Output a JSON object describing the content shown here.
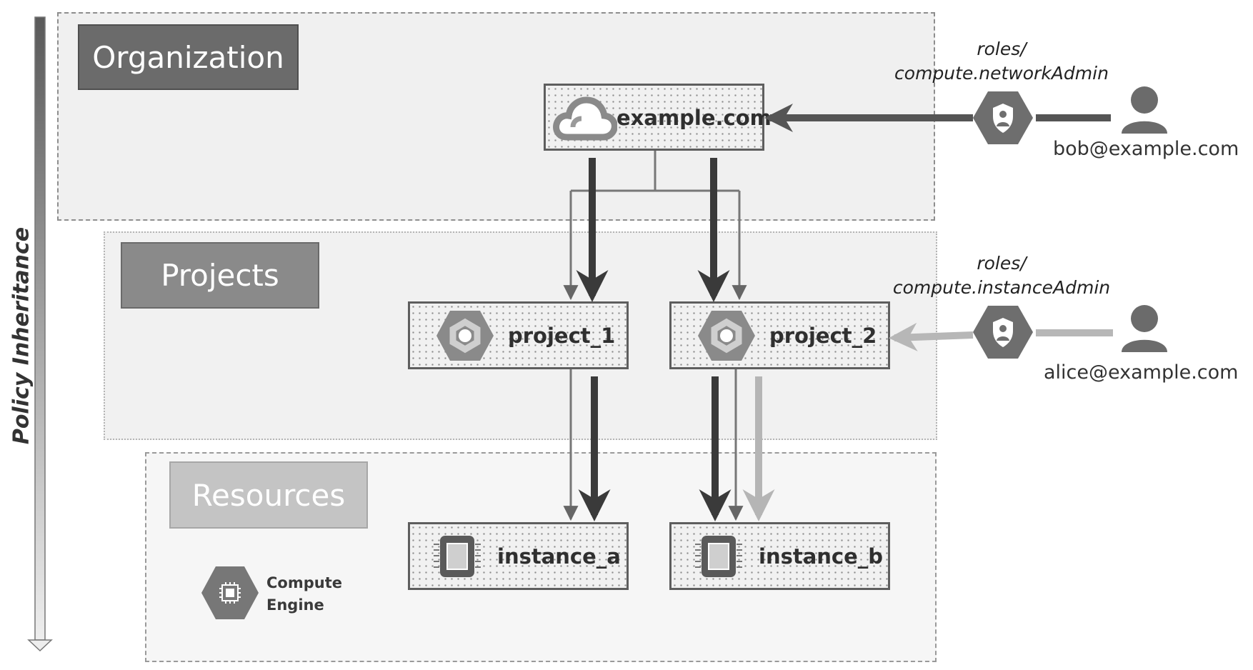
{
  "axis": {
    "label": "Policy Inheritance"
  },
  "tiers": {
    "organization": {
      "label": "Organization",
      "color": "#6b6b6b"
    },
    "projects": {
      "label": "Projects",
      "color": "#8a8a8a"
    },
    "resources": {
      "label": "Resources",
      "color": "#c4c4c4"
    }
  },
  "nodes": {
    "org": {
      "label": "example.com",
      "icon": "cloud-icon"
    },
    "project_1": {
      "label": "project_1",
      "icon": "project-hexagon-icon"
    },
    "project_2": {
      "label": "project_2",
      "icon": "project-hexagon-icon"
    },
    "instance_a": {
      "label": "instance_a",
      "icon": "chip-icon"
    },
    "instance_b": {
      "label": "instance_b",
      "icon": "chip-icon"
    }
  },
  "grants": [
    {
      "role_line1": "roles/",
      "role_line2": "compute.networkAdmin",
      "user": "bob@example.com",
      "arrow_color": "#555555"
    },
    {
      "role_line1": "roles/",
      "role_line2": "compute.instanceAdmin",
      "user": "alice@example.com",
      "arrow_color": "#b7b7b7"
    }
  ],
  "legend": {
    "line1": "Compute",
    "line2": "Engine",
    "icon": "compute-engine-icon"
  }
}
